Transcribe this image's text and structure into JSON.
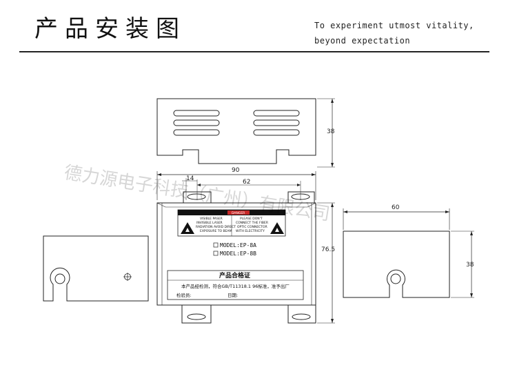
{
  "header": {
    "title": "产品安装图",
    "slogan_line1": "To experiment utmost vitality,",
    "slogan_line2": "beyond expectation"
  },
  "dimensions": {
    "cover_height": "38",
    "body_width": "90",
    "hole_offset": "14",
    "hole_spacing": "62",
    "body_height": "76.5",
    "side_width": "60",
    "side_height": "38"
  },
  "label": {
    "danger": "DANGER",
    "warning_left_1": "VISIBLE PASER",
    "warning_left_2": "INVISIBLE LASER",
    "warning_left_3": "RADIATION AVOID DIRECT",
    "warning_left_4": "EXPOSURE TO BEAM",
    "warning_right_1": "PLEASE DON'T",
    "warning_right_2": "CONNECT THE FIBER",
    "warning_right_3": "OPTIC CONNECTOR",
    "warning_right_4": "WITH ELECTRICITY",
    "model_a": "MODEL:EP-8A",
    "model_b": "MODEL:EP-8B",
    "cert_title": "产品合格证",
    "cert_text": "本产品经检测，符合GB/T11318.1 96标准，准予出厂",
    "cert_inspector": "检验员:",
    "cert_date": "日期:"
  },
  "watermark": "德力源电子科技（广州）有限公司"
}
